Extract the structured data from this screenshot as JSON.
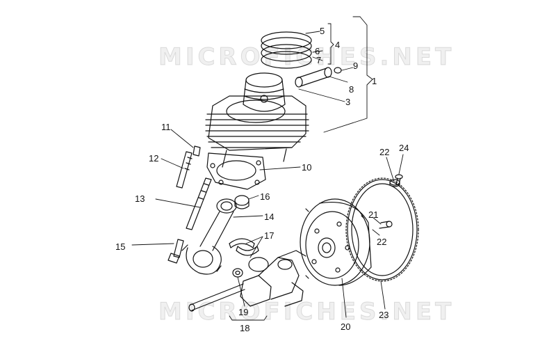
{
  "watermark": "MICROFICHES.NET",
  "callouts": {
    "c1": "1",
    "c3": "3",
    "c4": "4",
    "c5": "5",
    "c6": "6",
    "c7": "7",
    "c8": "8",
    "c9": "9",
    "c10": "10",
    "c11": "11",
    "c12": "12",
    "c13": "13",
    "c14": "14",
    "c15": "15",
    "c16": "16",
    "c17": "17",
    "c18": "18",
    "c19": "19",
    "c20": "20",
    "c21": "21",
    "c22a": "22",
    "c22b": "22",
    "c23": "23",
    "c24": "24"
  },
  "colors": {
    "ink": "#111111",
    "background": "#ffffff",
    "watermark": "#dddddd"
  }
}
